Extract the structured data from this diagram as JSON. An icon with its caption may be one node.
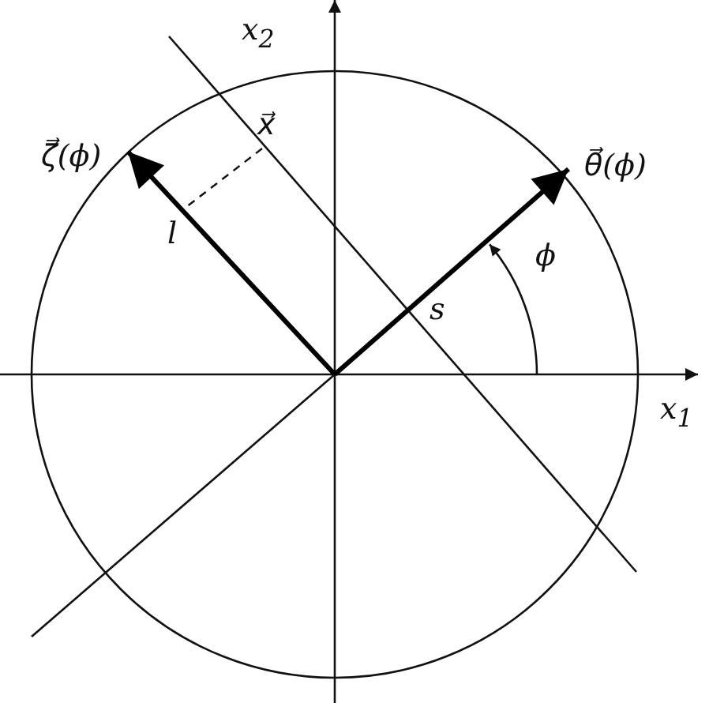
{
  "diagram": {
    "labels": [
      "x$_{2}$",
      "ζ⃗(ϕ)",
      "x⃗",
      "θ⃗(ϕ)",
      "l",
      "ϕ",
      "s",
      "x$_{1}$"
    ]
  }
}
